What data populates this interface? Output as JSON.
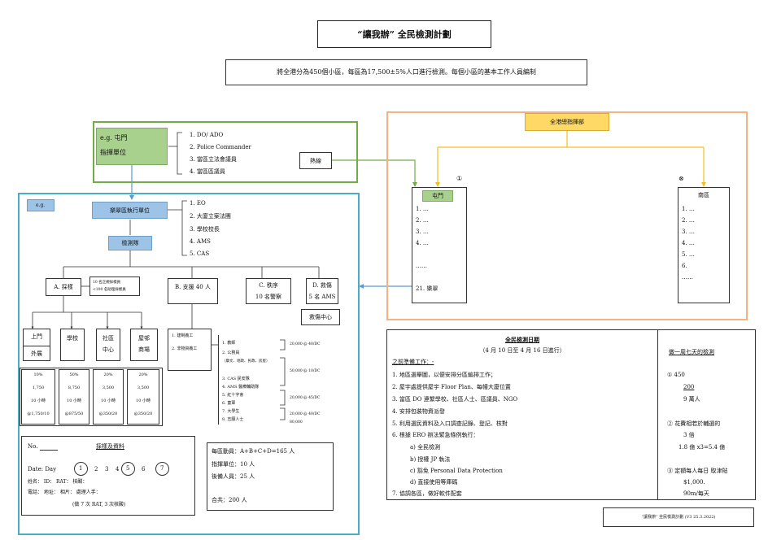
{
  "header": {
    "title": "“讓我辦” 全民檢測計劃",
    "subtitle": "將全港分為450個小區，每區為17,500±5%人口進行檢測。每個小區的基本工作人員編制"
  },
  "command_unit": {
    "label_line1": "e.g. 屯門",
    "label_line2": "指揮單位",
    "members": [
      "1.  DO/ ADO",
      "2.  Police Commander",
      "3.  當區立法會議員",
      "4.  當區區議員"
    ],
    "hotline": "熱線"
  },
  "hq": {
    "title": "全港總指揮部",
    "district1_marker": "①",
    "district1_title": "屯門",
    "district1_items": [
      "1.  …",
      "2.  …",
      "3.  …",
      "4.  …",
      "……",
      "21.  樂翠"
    ],
    "district2_marker": "⊗",
    "district2_title": "南區",
    "district2_items": [
      "1.  …",
      "2.  …",
      "3.  …",
      "4.  …",
      "5.  …",
      "6.",
      "……"
    ]
  },
  "district": {
    "eg": "e.g.",
    "exec_unit": "樂翠區執行單位",
    "exec_members": [
      "1. EO",
      "2. 大廈立案法團",
      "3. 學校校長",
      "4. AMS",
      "5. CAS"
    ],
    "test_team": "檢測隊",
    "team_a": "A. 採樣",
    "sampling_note_1": "10 名正規採樣員",
    "sampling_note_2": "<100 名助理採樣員",
    "team_b": "B. 支援 40 人",
    "team_c_1": "C. 秩序",
    "team_c_2": "10 名警察",
    "team_d_1": "D. 救傷",
    "team_d_2": "5 名 AMS",
    "first_aid": "救傷中心",
    "sites": [
      {
        "name": "上門",
        "extra": "外展"
      },
      {
        "name": "學校",
        "extra": ""
      },
      {
        "name": "社區中心",
        "extra": ""
      },
      {
        "name": "屋邨商場",
        "extra": ""
      }
    ],
    "site_stats": [
      [
        "10%",
        "1,750",
        "10 小時",
        "@1,750/10"
      ],
      [
        "50%",
        "8,750",
        "10 小時",
        "@875/50"
      ],
      [
        "20%",
        "3,500",
        "10 小時",
        "@350/20"
      ],
      [
        "20%",
        "3,500",
        "10 小時",
        "@350/20"
      ]
    ],
    "support_roles": [
      "1. 建制義工",
      "2. 非物資義工"
    ],
    "volunteer_list": [
      "1. 教師",
      "2. 公務員",
      "（康文、地政、民政、房屋）",
      "3. CAS 民安隊",
      "4. AMS 醫療輔助隊",
      "5. 紅十字會",
      "6. 童軍",
      "7. 大學生",
      "8. 志願人士"
    ],
    "volunteer_notes": [
      "20,000 @ 40/DC",
      "50,000 @ 10/DC",
      "20,000 @ 45/DC",
      "20,000 @ 40/DC",
      "80,000"
    ],
    "form_no": "No.",
    "form_title": "採樣及資料",
    "form_date": "Date: Day",
    "form_days": [
      "1",
      "2",
      "3",
      "4",
      "5",
      "6",
      "7"
    ],
    "form_row1": "姓名：       ID：        RAT：      核酸：",
    "form_row2": "電話：    地址：     相片：    處理人手：",
    "form_note": "(做 7 次 RAT, 3 次核酸)",
    "totals": [
      "每區動員：A+B+C+D=165 人",
      "指揮單位：10 人",
      "後備人員：25 人",
      "合共：200 人"
    ]
  },
  "schedule": {
    "title": "全民檢測日期",
    "dates": "（4 月 10 日至 4 月 16 日進行）",
    "prep_header": "之前準備工作：-",
    "items": [
      "1.  地區選舉圖，以便安排分區編排工作；",
      "2.  屋宇處提供屋宇 Floor Plan、每幢大廈位置",
      "3.  當區 DO 連繫學校、社區人士、區議員、NGO",
      "4.  安排包裝物資派發",
      "5.  利用選民資料及入口調查記錄、登記、核對",
      "6.  根據 ERO 辦法緊急條例執行：",
      "a) 全民檢測",
      "b) 授權 JP 執法",
      "c) 豁免 Personal Data Protection",
      "d) 直接使用等庫碼",
      "7.  協調各區，做好軟件配套"
    ],
    "side_title": "做一周七天的檢測",
    "side_items": [
      "①  450",
      "200",
      "9 萬人",
      "②  花費相若於輔選的",
      "3 倍",
      "1.8 億 x3=5.4 億",
      "③  定額每人每日 取津貼",
      "$1,000.",
      "90m/每天"
    ]
  },
  "footer": {
    "version": "“讓我辦” 全民檢測計劃 (V3 25.3.2022)"
  },
  "colors": {
    "green": "#70ad47",
    "blue": "#4bacc6",
    "orange": "#f4b183",
    "yellow": "#ffd966",
    "arrow_blue": "#5b9bd5",
    "arrow_green": "#70ad47",
    "arrow_yellow": "#f0c020"
  }
}
